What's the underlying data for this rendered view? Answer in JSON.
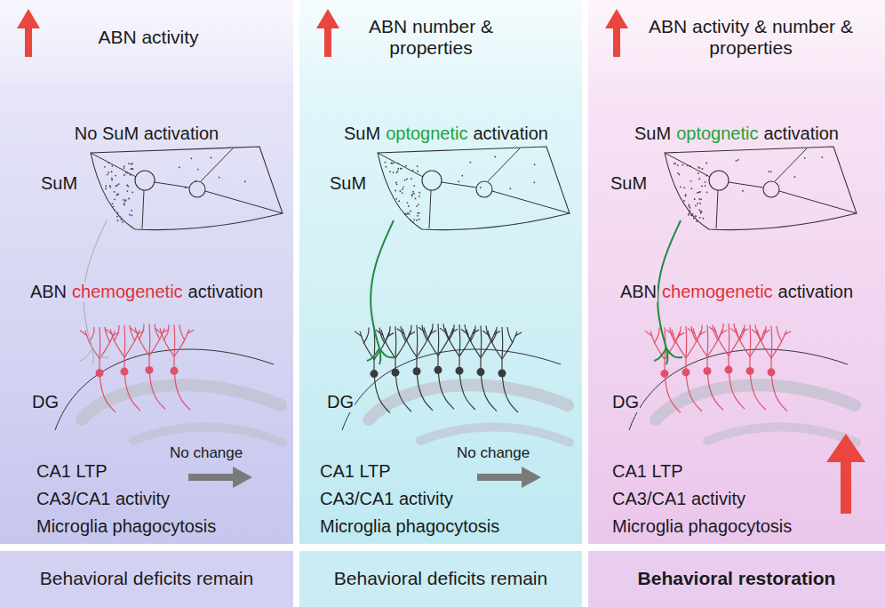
{
  "diagram": {
    "nodes": [
      {
        "text": [
          "ABN activity"
        ]
      },
      {
        "text": [
          "ABN number & properties"
        ]
      },
      {
        "text": [
          "ABN activity & number & properties"
        ]
      },
      {
        "text": [
          "Behavioral deficits remain"
        ]
      },
      {
        "text": [
          "Behavioral deficits remain"
        ]
      },
      {
        "text": [
          "Behavioral restoration"
        ]
      }
    ],
    "labels": [
      "No SuM activation",
      "SuM",
      "ABN",
      "chemogenetic",
      "activation",
      "DG",
      "CA1 LTP",
      "No change",
      "CA3/CA1 activity",
      "Microglia phagocytosis",
      "SuM",
      "optognetic",
      "activation",
      "SuM",
      "DG",
      "CA1 LTP",
      "No change",
      "CA3/CA1 activity",
      "Microglia phagocytosis",
      "SuM",
      "optognetic",
      "activation",
      "SuM",
      "ABN",
      "chemogenetic",
      "activation",
      "DG",
      "CA1 LTP",
      "CA3/CA1 activity",
      "Microglia phagocytosis"
    ]
  }
}
